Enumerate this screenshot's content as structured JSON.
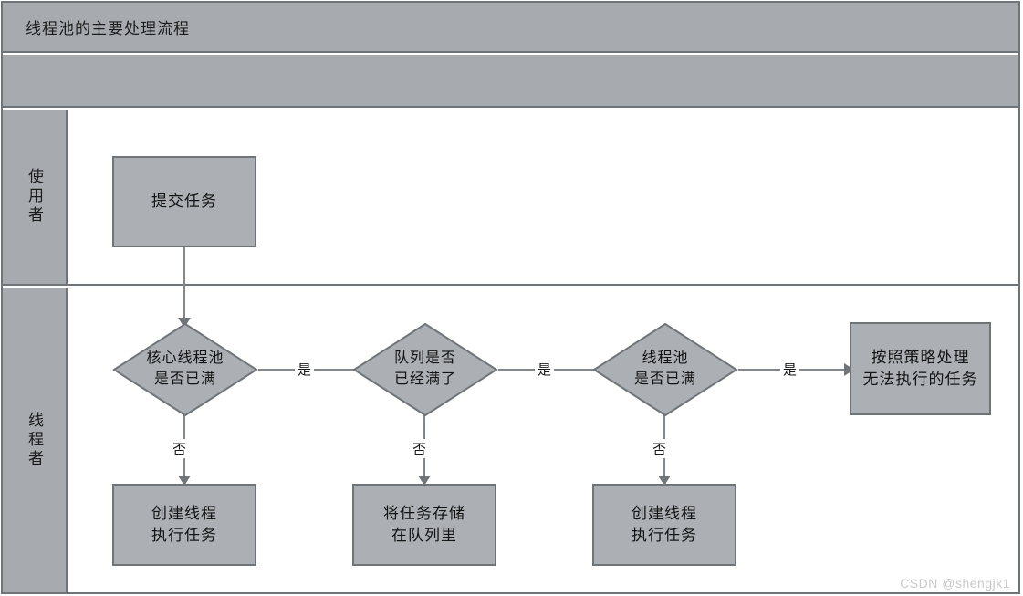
{
  "diagram": {
    "title": "线程池的主要处理流程",
    "watermark": "CSDN @shengjk1",
    "colors": {
      "header_fill": "#a7abaf",
      "shape_fill": "#acb0b4",
      "shape_border": "#6f7478",
      "connector": "#83888c",
      "lane_border": "#6e7479",
      "canvas": "#ffffff"
    },
    "lanes": [
      {
        "label": "使用者"
      },
      {
        "label": "线程者"
      }
    ],
    "nodes": [
      {
        "id": "submit",
        "type": "process",
        "lane": 0,
        "lines": [
          "提交任务"
        ]
      },
      {
        "id": "core-full",
        "type": "decision",
        "lane": 1,
        "lines": [
          "核心线程池",
          "是否已满"
        ]
      },
      {
        "id": "queue-full",
        "type": "decision",
        "lane": 1,
        "lines": [
          "队列是否",
          "已经满了"
        ]
      },
      {
        "id": "pool-full",
        "type": "decision",
        "lane": 1,
        "lines": [
          "线程池",
          "是否已满"
        ]
      },
      {
        "id": "reject",
        "type": "process",
        "lane": 1,
        "lines": [
          "按照策略处理",
          "无法执行的任务"
        ]
      },
      {
        "id": "create-1",
        "type": "process",
        "lane": 1,
        "lines": [
          "创建线程",
          "执行任务"
        ]
      },
      {
        "id": "enqueue",
        "type": "process",
        "lane": 1,
        "lines": [
          "将任务存储",
          "在队列里"
        ]
      },
      {
        "id": "create-2",
        "type": "process",
        "lane": 1,
        "lines": [
          "创建线程",
          "执行任务"
        ]
      }
    ],
    "edges": [
      {
        "from": "submit",
        "to": "core-full",
        "label": "",
        "direction": "down"
      },
      {
        "from": "core-full",
        "to": "queue-full",
        "label": "是",
        "direction": "right"
      },
      {
        "from": "core-full",
        "to": "create-1",
        "label": "否",
        "direction": "down"
      },
      {
        "from": "queue-full",
        "to": "pool-full",
        "label": "是",
        "direction": "right"
      },
      {
        "from": "queue-full",
        "to": "enqueue",
        "label": "否",
        "direction": "down"
      },
      {
        "from": "pool-full",
        "to": "reject",
        "label": "是",
        "direction": "right"
      },
      {
        "from": "pool-full",
        "to": "create-2",
        "label": "否",
        "direction": "down"
      }
    ],
    "edge_labels": {
      "yes": "是",
      "no": "否"
    }
  }
}
